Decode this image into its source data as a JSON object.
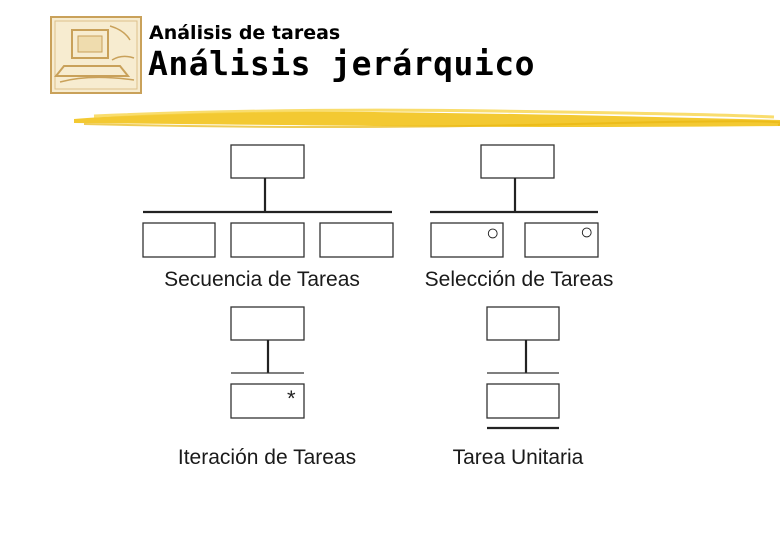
{
  "header": {
    "subtitle": "Análisis de tareas",
    "title": "Análisis jerárquico"
  },
  "diagrams": {
    "sequence": {
      "caption": "Secuencia de Tareas"
    },
    "selection": {
      "caption": "Selección de Tareas",
      "marker": "○"
    },
    "iteration": {
      "caption": "Iteración de Tareas",
      "marker": "*"
    },
    "unit": {
      "caption": "Tarea Unitaria"
    }
  },
  "colors": {
    "accent_yellow": "#f2c31c",
    "logo_frame": "#c9a15a",
    "logo_fill": "#f7ecd0",
    "line": "#222222"
  }
}
